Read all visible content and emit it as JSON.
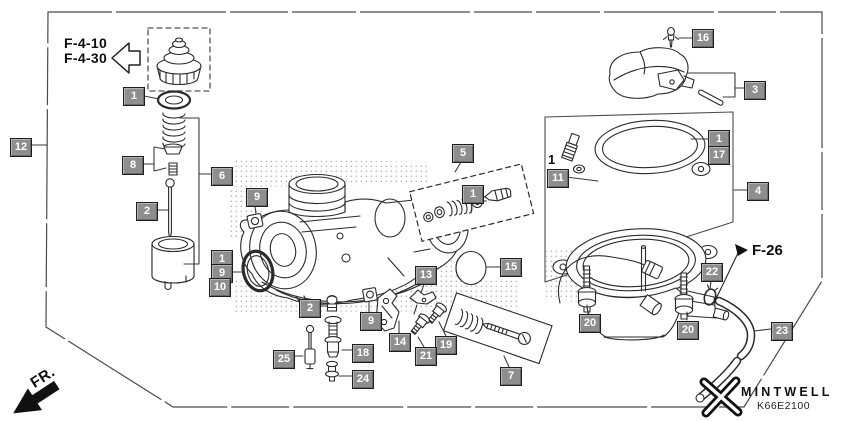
{
  "colors": {
    "line": "#2b2b2b",
    "callout_bg": "#8e8e8e",
    "callout_text": "#ffffff",
    "background": "#ffffff"
  },
  "references": {
    "fiche_link_1": "F-4-10",
    "fiche_link_2": "F-4-30",
    "outlet_ref": "F-26",
    "front_marker": "FR.",
    "inline_mark_1": "1"
  },
  "branding": {
    "logo_text": "MINTWELL",
    "diagram_code": "K66E2100"
  },
  "callouts": [
    {
      "label": "1"
    },
    {
      "label": "12"
    },
    {
      "label": "8"
    },
    {
      "label": "6"
    },
    {
      "label": "2"
    },
    {
      "label": "9"
    },
    {
      "label": "1"
    },
    {
      "label": "9"
    },
    {
      "label": "10"
    },
    {
      "label": "5"
    },
    {
      "label": "1"
    },
    {
      "label": "15"
    },
    {
      "label": "13"
    },
    {
      "label": "14"
    },
    {
      "label": "19"
    },
    {
      "label": "21"
    },
    {
      "label": "7"
    },
    {
      "label": "18"
    },
    {
      "label": "25"
    },
    {
      "label": "24"
    },
    {
      "label": "2"
    },
    {
      "label": "9"
    },
    {
      "label": "16"
    },
    {
      "label": "3"
    },
    {
      "label": "1"
    },
    {
      "label": "17"
    },
    {
      "label": "11"
    },
    {
      "label": "4"
    },
    {
      "label": "22"
    },
    {
      "label": "20"
    },
    {
      "label": "20"
    },
    {
      "label": "23"
    }
  ]
}
